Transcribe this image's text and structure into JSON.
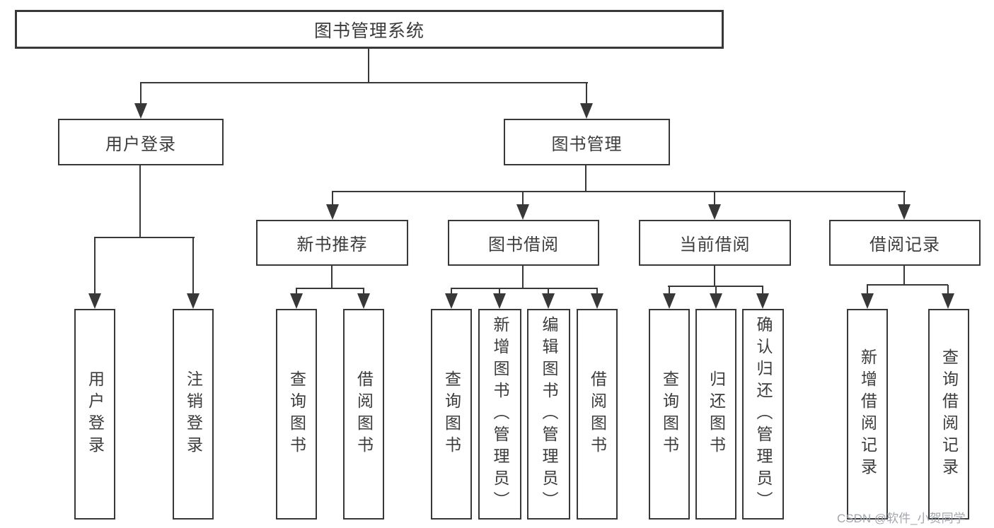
{
  "nodes": {
    "root": "图书管理系统",
    "user_login": "用户登录",
    "book_mgmt": "图书管理",
    "user_login_children": [
      "用户登录",
      "注销登录"
    ],
    "new_book": "新书推荐",
    "book_borrow": "图书借阅",
    "current_borrow": "当前借阅",
    "borrow_record": "借阅记录",
    "new_book_children": [
      "查询图书",
      "借阅图书"
    ],
    "book_borrow_children": [
      "查询图书",
      "新增图书（管理员）",
      "编辑图书（管理员）",
      "借阅图书"
    ],
    "current_borrow_children": [
      "查询图书",
      "归还图书",
      "确认归还（管理员）"
    ],
    "borrow_record_children": [
      "新增借阅记录",
      "查询借阅记录"
    ]
  },
  "watermark": "CSDN @软件_小贺同学",
  "colors": {
    "line": "#383838",
    "text": "#3c3c3c",
    "watermark": "#a2a7ae",
    "background": "#ffffff"
  }
}
